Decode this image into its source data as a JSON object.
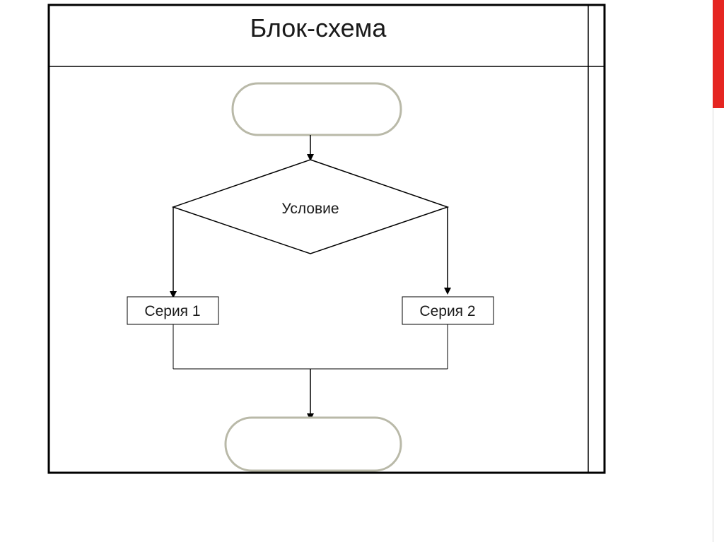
{
  "slide": {
    "title": "Блок-схема"
  },
  "diagram": {
    "condition_label": "Условие",
    "branch_left_label": "Серия 1",
    "branch_right_label": "Серия 2"
  },
  "colors": {
    "accent": "#e52521",
    "frame": "#000000",
    "terminal_fill": "#ffffff",
    "terminal_stroke": "#b9b9a8"
  }
}
